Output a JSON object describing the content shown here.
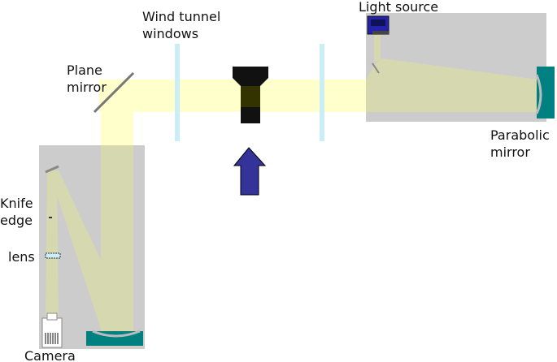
{
  "labels": {
    "wind_tunnel_windows_line1": "Wind tunnel",
    "wind_tunnel_windows_line2": "windows",
    "light_source": "Light source",
    "plane_mirror_line1": "Plane",
    "plane_mirror_line2": "mirror",
    "parabolic_mirror_line1": "Parabolic",
    "parabolic_mirror_line2": "mirror",
    "knife_edge_line1": "Knife",
    "knife_edge_line2": "edge",
    "lens": "lens",
    "camera": "Camera"
  },
  "colors": {
    "beam": "#ffffcc",
    "beam_on_panel": "#d6d9b0",
    "panel": "#cccccc",
    "window": "#c9eef7",
    "mirror_mount": "#008080",
    "mirror_surface": "#bbbbbb",
    "arrow": "#333399",
    "model_dark": "#111111",
    "model_mid": "#333300",
    "light_source_body": "#2222aa"
  }
}
